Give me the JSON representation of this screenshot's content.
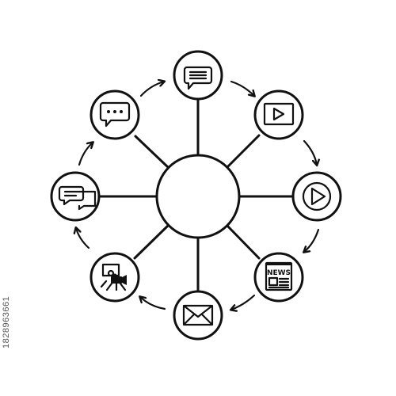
{
  "diagram": {
    "hub": {
      "label": ""
    },
    "nodes": [
      {
        "id": "message",
        "icon": "chat-lines-icon"
      },
      {
        "id": "video",
        "icon": "video-player-icon"
      },
      {
        "id": "play",
        "icon": "play-button-icon"
      },
      {
        "id": "news",
        "icon": "newspaper-icon",
        "label": "NEWS"
      },
      {
        "id": "mail",
        "icon": "envelope-icon"
      },
      {
        "id": "camera",
        "icon": "video-camera-icon"
      },
      {
        "id": "conversation",
        "icon": "chat-bubbles-icon"
      },
      {
        "id": "chat",
        "icon": "chat-dots-icon"
      }
    ],
    "colors": {
      "stroke": "#111111",
      "background": "#ffffff"
    }
  },
  "stock_id": "1828963661"
}
